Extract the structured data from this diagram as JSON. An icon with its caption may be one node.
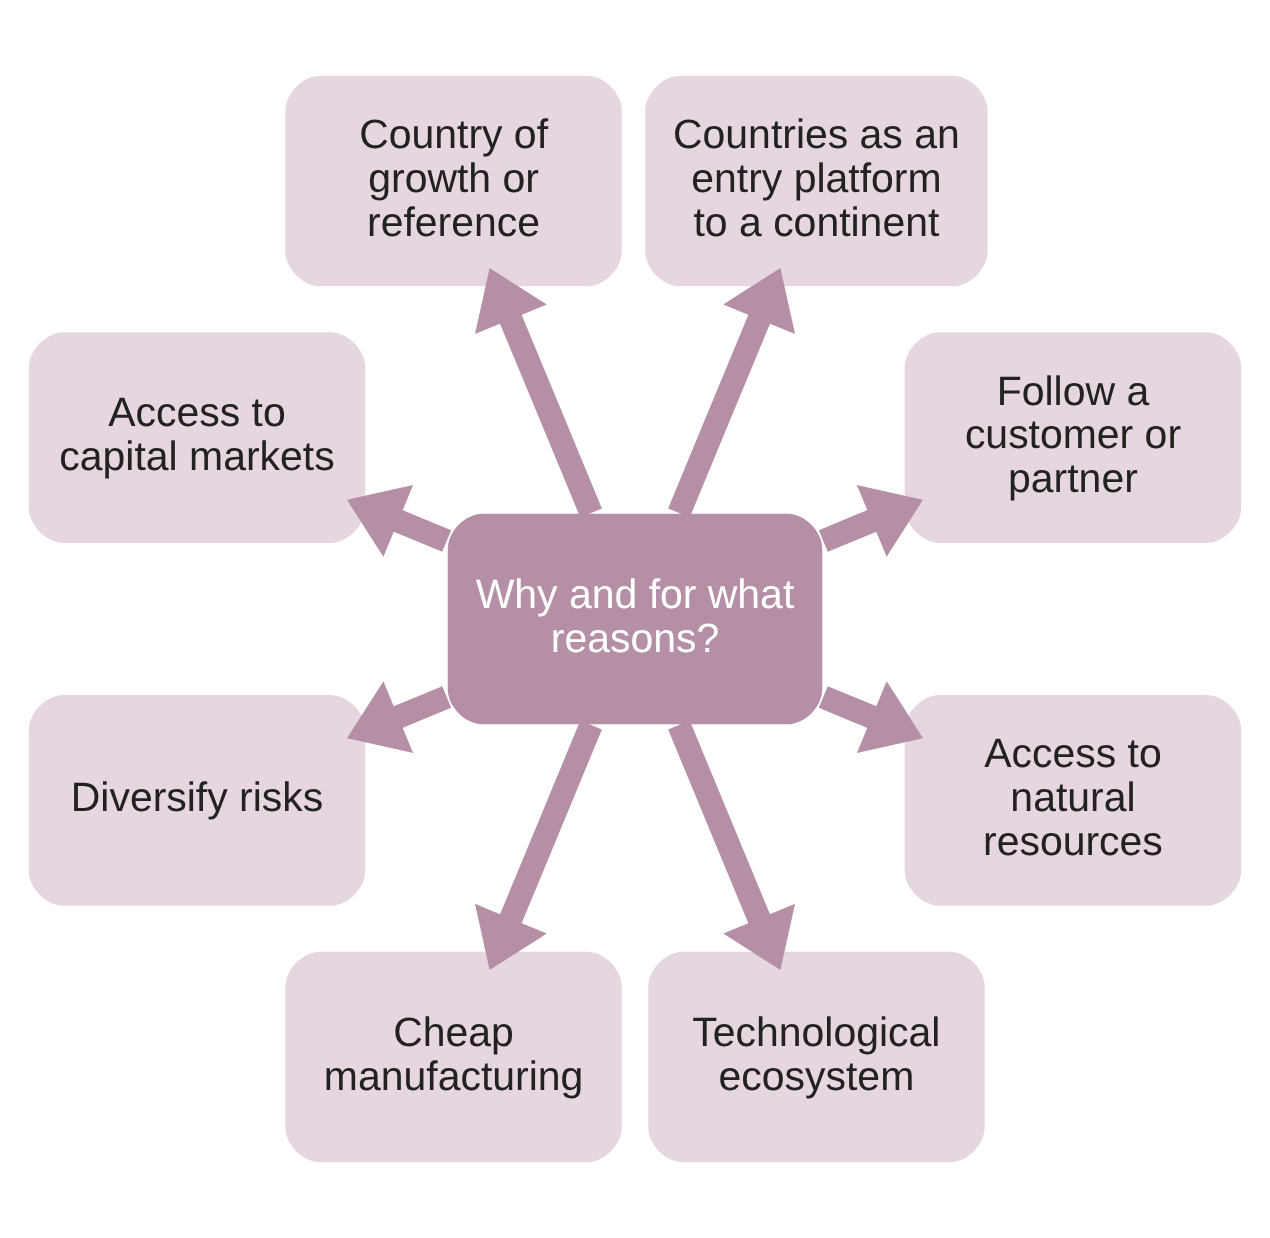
{
  "diagram": {
    "nodes": [
      {
        "text": [
          "Why and for what reasons?"
        ]
      },
      {
        "text": [
          "Follow a customer or partner"
        ]
      },
      {
        "text": [
          "Countries as an entry platform to a continent"
        ]
      },
      {
        "text": [
          "Country of growth or reference"
        ]
      },
      {
        "text": [
          "Access to capital markets"
        ]
      },
      {
        "text": [
          "Diversify risks"
        ]
      },
      {
        "text": [
          "Cheap manufacturing"
        ]
      },
      {
        "text": [
          "Technological ecosystem"
        ]
      },
      {
        "text": [
          "Access to natural resources"
        ]
      }
    ],
    "edges": [
      {
        "from": 0,
        "to": 1,
        "arrow": "to"
      },
      {
        "from": 0,
        "to": 3,
        "arrow": "to"
      },
      {
        "from": 0,
        "to": 5,
        "arrow": "to"
      },
      {
        "from": 0,
        "to": 7,
        "arrow": "to"
      },
      {
        "from": 0,
        "to": 8,
        "arrow": "to"
      },
      {
        "from": 0,
        "to": 6,
        "arrow": "to"
      },
      {
        "from": 0,
        "to": 4,
        "arrow": "to"
      },
      {
        "from": 0,
        "to": 2,
        "arrow": "to"
      }
    ]
  }
}
